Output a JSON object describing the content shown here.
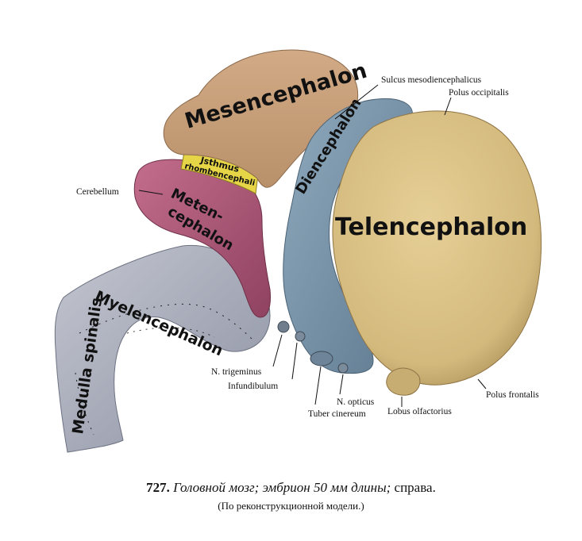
{
  "colors": {
    "mesencephalon": "#c9a07a",
    "isthmus": "#e8d84a",
    "metencephalon": "#b05a78",
    "myelencephalon": "#a9aebd",
    "medulla_spinalis": "#a9aebd",
    "diencephalon": "#7e98ae",
    "telencephalon": "#d6bd82"
  },
  "regions": {
    "mesencephalon": "Mesencephalon",
    "isthmus_1": "Jsthmus",
    "isthmus_2": "rhombencephali",
    "metencephalon_1": "Meten-",
    "metencephalon_2": "cephalon",
    "myelencephalon": "Myelencephalon",
    "medulla_spinalis": "Medulla spinalis",
    "diencephalon": "Diencephalon",
    "telencephalon": "Telencephalon"
  },
  "annotations": {
    "sulcus": "Sulcus mesodiencephalicus",
    "polus_occipitalis": "Polus occipitalis",
    "cerebellum": "Cerebellum",
    "n_trigeminus": "N. trigeminus",
    "infundibulum": "Infundibulum",
    "n_opticus": "N. opticus",
    "tuber_cinereum": "Tuber cinereum",
    "lobus_olfactorius": "Lobus olfactorius",
    "polus_frontalis": "Polus frontalis"
  },
  "caption": {
    "number": "727.",
    "title_italic": "Головной мозг; эмбрион 50 мм длины;",
    "title_end": "справа.",
    "subtitle": "(По реконструкционной модели.)"
  }
}
